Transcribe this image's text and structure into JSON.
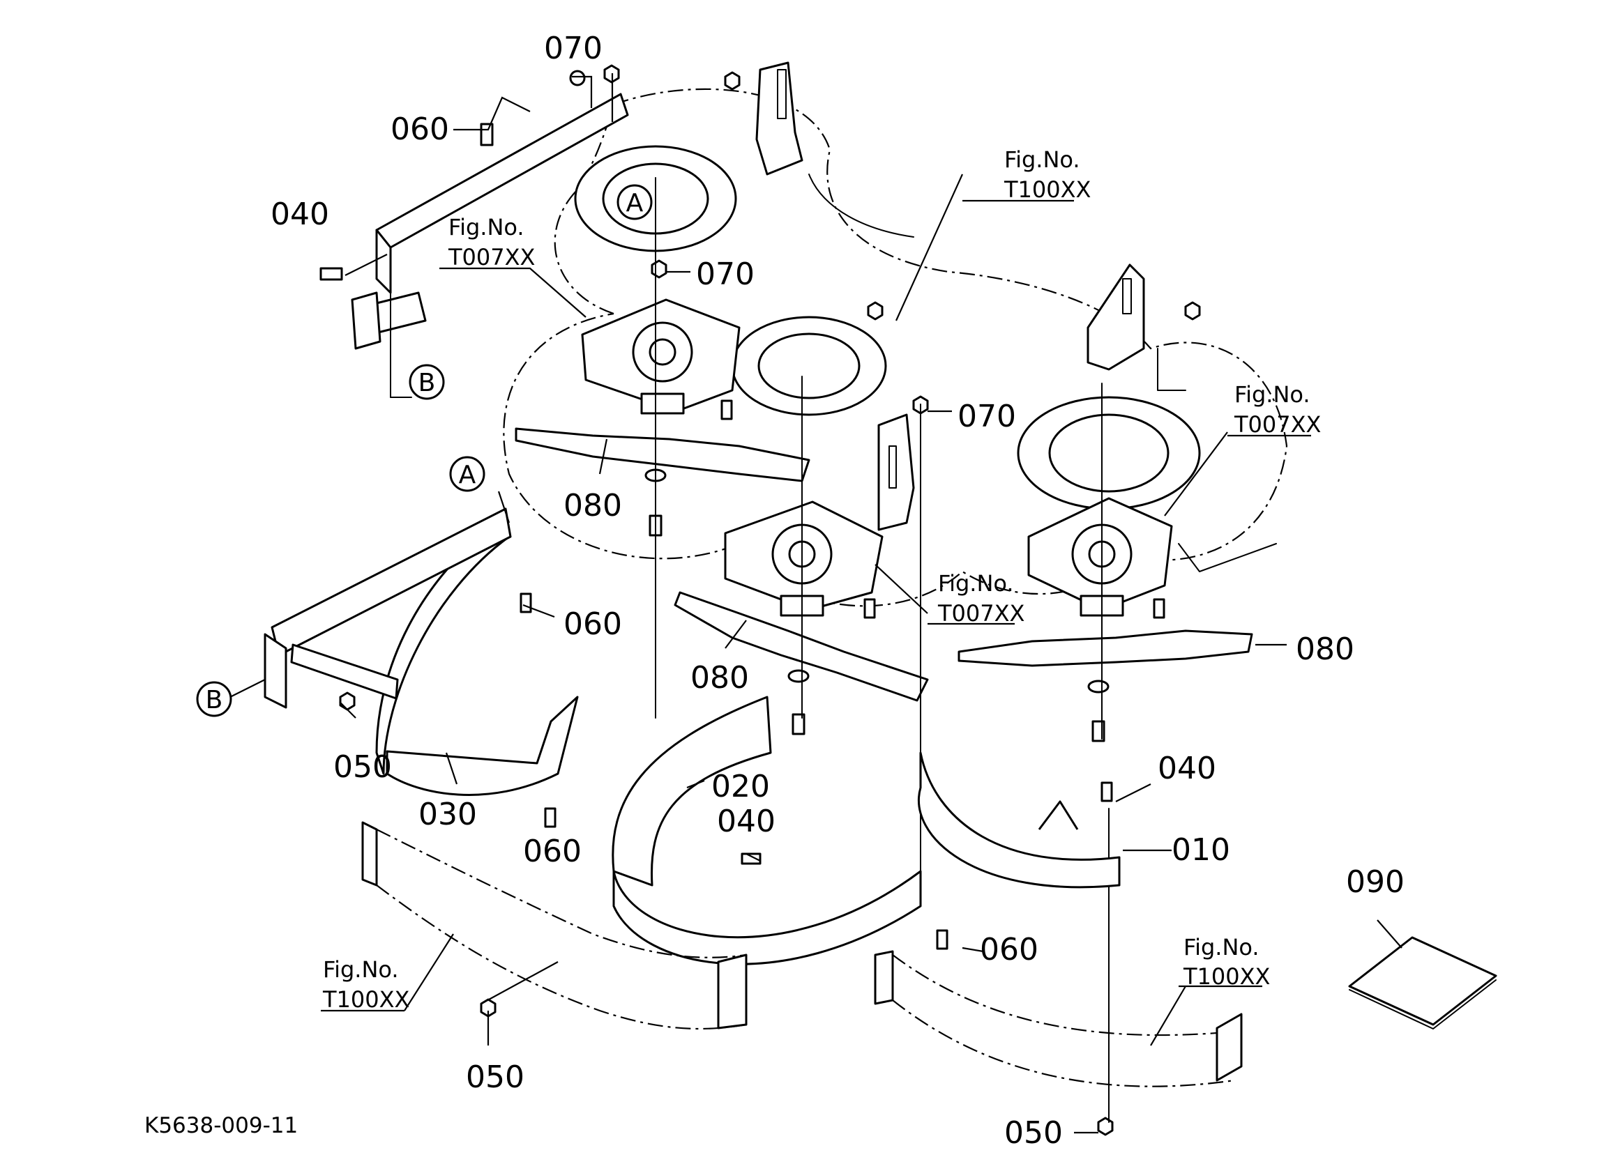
{
  "diagram": {
    "drawing_code": "K5638-009-11",
    "part_labels": {
      "p010": "010",
      "p020": "020",
      "p030": "030",
      "p040_a": "040",
      "p040_b": "040",
      "p040_c": "040",
      "p050_a": "050",
      "p050_b": "050",
      "p050_c": "050",
      "p060_a": "060",
      "p060_b": "060",
      "p060_c": "060",
      "p060_d": "060",
      "p070_a": "070",
      "p070_b": "070",
      "p070_c": "070",
      "p080_a": "080",
      "p080_b": "080",
      "p080_c": "080",
      "p090": "090"
    },
    "references": [
      {
        "line1": "Fig.No.",
        "line2": "T100XX"
      },
      {
        "line1": "Fig.No.",
        "line2": "T007XX"
      },
      {
        "line1": "Fig.No.",
        "line2": "T007XX"
      },
      {
        "line1": "Fig.No.",
        "line2": "T007XX"
      },
      {
        "line1": "Fig.No.",
        "line2": "T100XX"
      },
      {
        "line1": "Fig.No.",
        "line2": "T100XX"
      }
    ],
    "callouts": {
      "a_top": "A",
      "a_left": "A",
      "b_top": "B",
      "b_left": "B"
    }
  }
}
